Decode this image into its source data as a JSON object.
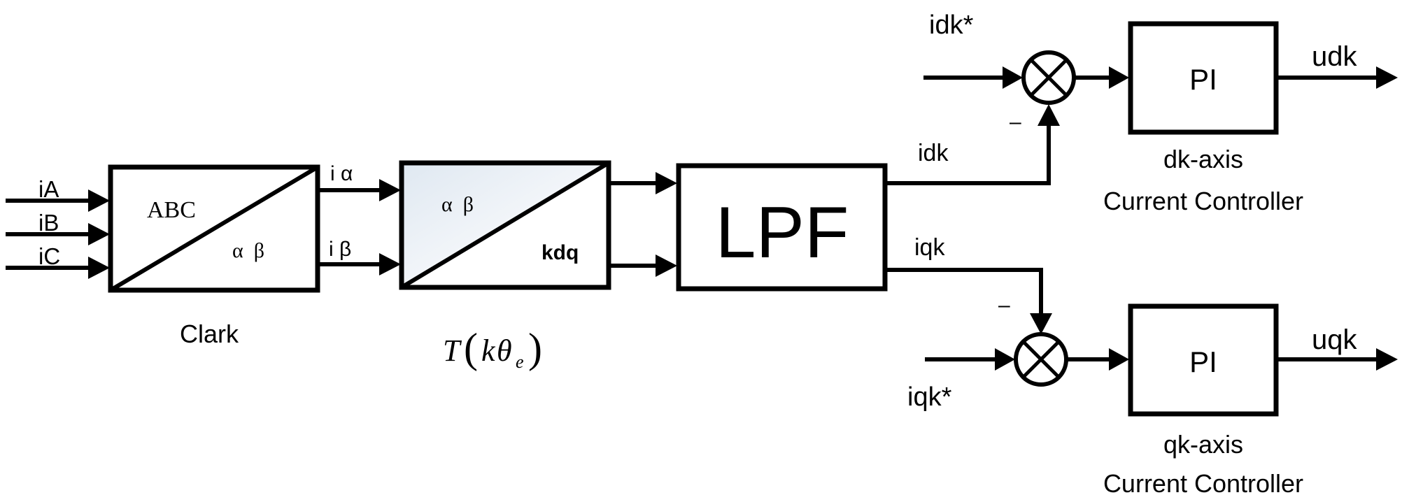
{
  "inputs": {
    "ia": "iA",
    "ib": "iB",
    "ic": "iC"
  },
  "clark": {
    "top_label": "ABC",
    "bottom_label": "α  β",
    "caption": "Clark"
  },
  "clark_outputs": {
    "alpha": "i α",
    "beta": "i β"
  },
  "transform": {
    "top_label": "α  β",
    "bottom_label": "kdq",
    "caption_T": "T",
    "caption_open": "(",
    "caption_k": "k",
    "caption_theta": "θ",
    "caption_sub": "e",
    "caption_close": ")",
    "gradient_color": "#dfe8f1"
  },
  "lpf": {
    "label": "LPF"
  },
  "d_axis": {
    "reference": "idk*",
    "feedback": "idk",
    "minus": "–",
    "controller_label": "PI",
    "output": "udk",
    "caption_line1": "dk-axis",
    "caption_line2": "Current Controller"
  },
  "q_axis": {
    "reference": "iqk*",
    "feedback": "iqk",
    "minus": "–",
    "controller_label": "PI",
    "output": "uqk",
    "caption_line1": "qk-axis",
    "caption_line2": "Current Controller"
  },
  "colors": {
    "line": "#000000",
    "background": "#ffffff"
  }
}
